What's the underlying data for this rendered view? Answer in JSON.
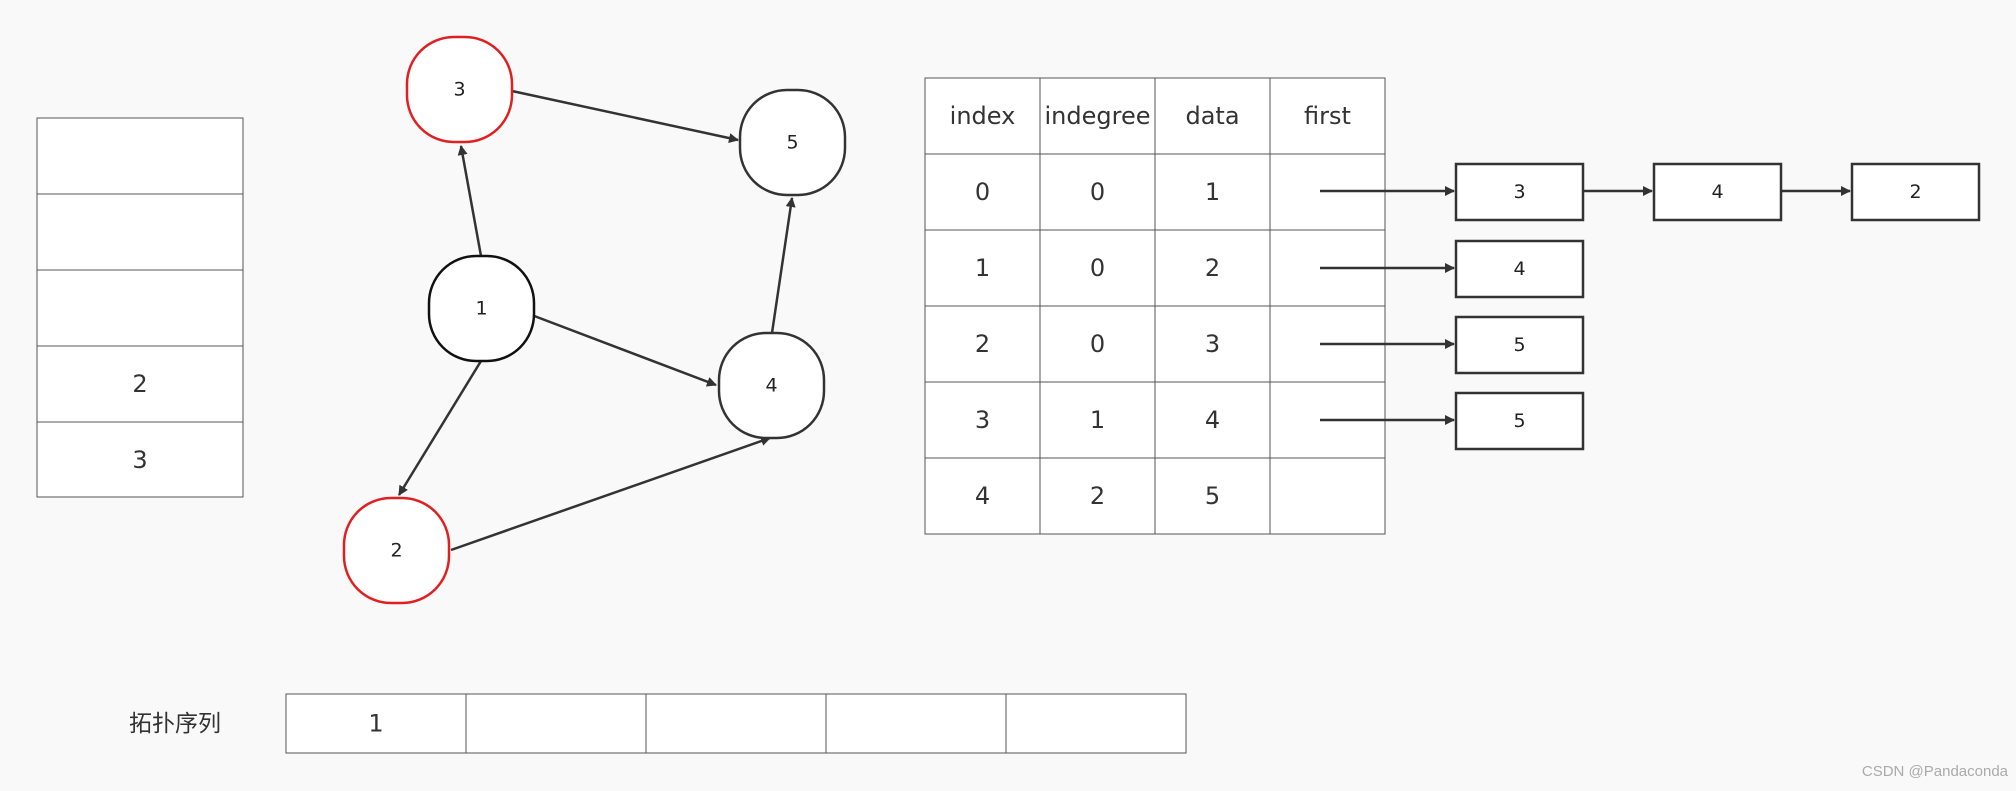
{
  "stack": [
    "",
    "",
    "",
    "2",
    "3"
  ],
  "graph": {
    "nodes": [
      {
        "label": "3",
        "highlighted": true
      },
      {
        "label": "5",
        "highlighted": false
      },
      {
        "label": "1",
        "highlighted": false
      },
      {
        "label": "4",
        "highlighted": false
      },
      {
        "label": "2",
        "highlighted": true
      }
    ],
    "edges": [
      [
        "1",
        "3"
      ],
      [
        "3",
        "5"
      ],
      [
        "1",
        "4"
      ],
      [
        "1",
        "2"
      ],
      [
        "4",
        "5"
      ],
      [
        "2",
        "4"
      ]
    ]
  },
  "table": {
    "headers": [
      "index",
      "indegree",
      "data",
      "first"
    ],
    "rows": [
      [
        "0",
        "0",
        "1",
        ""
      ],
      [
        "1",
        "0",
        "2",
        ""
      ],
      [
        "2",
        "0",
        "3",
        ""
      ],
      [
        "3",
        "1",
        "4",
        ""
      ],
      [
        "4",
        "2",
        "5",
        ""
      ]
    ]
  },
  "adjacency": [
    [
      "3",
      "4",
      "2"
    ],
    [
      "4"
    ],
    [
      "5"
    ],
    [
      "5"
    ],
    []
  ],
  "sequence": {
    "label": "拓扑序列",
    "cells": [
      "1",
      "",
      "",
      "",
      ""
    ]
  },
  "watermark": "CSDN @Pandaconda",
  "colors": {
    "highlight": "#e02020",
    "stroke": "#333333",
    "background": "#f9f9f9"
  }
}
